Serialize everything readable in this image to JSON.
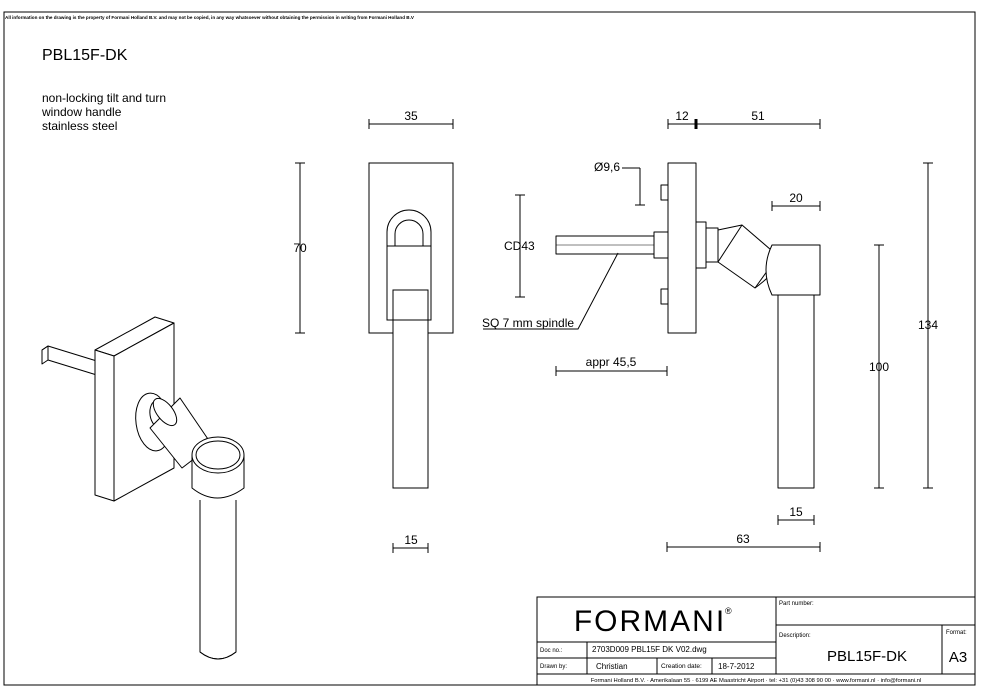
{
  "notice": "All information on the drawing is the property of Formani Holland B.V. and may not be copied, in any way whatsoever without obtaining the permission in writing from Formani Holland B.V",
  "product": {
    "code": "PBL15F-DK",
    "description": [
      "non-locking tilt and turn",
      "window handle",
      "stainless steel"
    ]
  },
  "dimensions": {
    "front_width": "35",
    "front_height": "70",
    "front_lever_width": "15",
    "side_plate": "12",
    "side_projection": "51",
    "hole_diameter": "Ø9,6",
    "fixing_centers": "CD43",
    "spindle": "SQ 7 mm spindle",
    "spindle_length": "appr 45,5",
    "neck_width": "20",
    "lever_length": "100",
    "lever_width": "15",
    "overall_height": "134",
    "overall_projection": "63"
  },
  "title_block": {
    "logo": "FORMANI",
    "logo_mark": "®",
    "part_number_label": "Part number:",
    "description_label": "Description:",
    "description_value": "PBL15F-DK",
    "format_label": "Format:",
    "format_value": "A3",
    "doc_no_label": "Doc no.:",
    "doc_no_value": "2703D009 PBL15F DK V02.dwg",
    "drawn_by_label": "Drawn by:",
    "drawn_by_value": "Christian",
    "creation_date_label": "Creation date:",
    "creation_date_value": "18-7-2012",
    "footer": "Formani Holland B.V. · Amerikalaan 55 · 6199 AE Maastricht Airport · tel: +31 (0)43 308 90 00 · www.formani.nl · info@formani.nl"
  }
}
